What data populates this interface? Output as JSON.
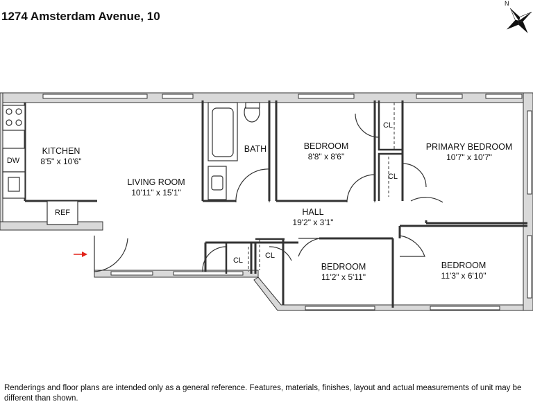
{
  "title": "1274 Amsterdam Avenue, 10",
  "compass": {
    "north_label": "N"
  },
  "rooms": {
    "kitchen": {
      "name": "KITCHEN",
      "dims": "8'5\" x 10'6\""
    },
    "living": {
      "name": "LIVING ROOM",
      "dims": "10'11\" x 15'1\""
    },
    "bath": {
      "name": "BATH"
    },
    "bedroom1": {
      "name": "BEDROOM",
      "dims": "8'8\" x 8'6\""
    },
    "primary": {
      "name": "PRIMARY BEDROOM",
      "dims": "10'7\" x 10'7\""
    },
    "hall": {
      "name": "HALL",
      "dims": "19'2\" x 3'1\""
    },
    "bedroom2": {
      "name": "BEDROOM",
      "dims": "11'2\" x 5'11\""
    },
    "bedroom3": {
      "name": "BEDROOM",
      "dims": "11'3\" x 6'10\""
    }
  },
  "fixtures": {
    "dw": "DW",
    "ref": "REF",
    "cl1": "CL",
    "cl2": "CL",
    "cl3": "CL",
    "cl4": "CL"
  },
  "disclaimer": "Renderings and floor plans are intended only as a general reference. Features, materials, finishes, layout and actual measurements of unit may be different than shown."
}
